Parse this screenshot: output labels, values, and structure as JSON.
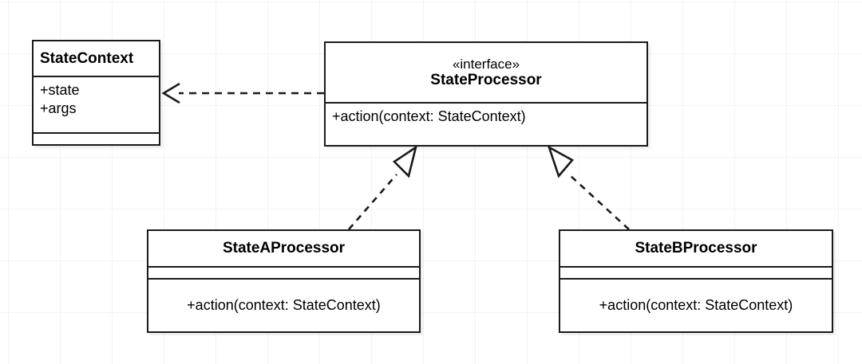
{
  "diagram": {
    "kind": "uml-class-diagram",
    "background_color": "#ffffff",
    "grid_color": "#f3f3f3",
    "line_color": "#1a1a1a"
  },
  "classes": {
    "state_context": {
      "name": "StateContext",
      "attributes": [
        "+state",
        "+args"
      ],
      "methods": []
    },
    "state_processor": {
      "stereotype": "«interface»",
      "name": "StateProcessor",
      "methods": [
        "+action(context: StateContext)"
      ]
    },
    "state_a_processor": {
      "name": "StateAProcessor",
      "attributes": [],
      "methods": [
        "+action(context: StateContext)"
      ]
    },
    "state_b_processor": {
      "name": "StateBProcessor",
      "attributes": [],
      "methods": [
        "+action(context: StateContext)"
      ]
    }
  },
  "relations": [
    {
      "id": "dependency-processor-to-context",
      "type": "dependency",
      "style": "dashed",
      "arrowhead": "open-v",
      "from": "StateProcessor",
      "to": "StateContext"
    },
    {
      "id": "realization-a-to-processor",
      "type": "realization",
      "style": "dashed",
      "arrowhead": "hollow-triangle",
      "from": "StateAProcessor",
      "to": "StateProcessor"
    },
    {
      "id": "realization-b-to-processor",
      "type": "realization",
      "style": "dashed",
      "arrowhead": "hollow-triangle",
      "from": "StateBProcessor",
      "to": "StateProcessor"
    }
  ]
}
